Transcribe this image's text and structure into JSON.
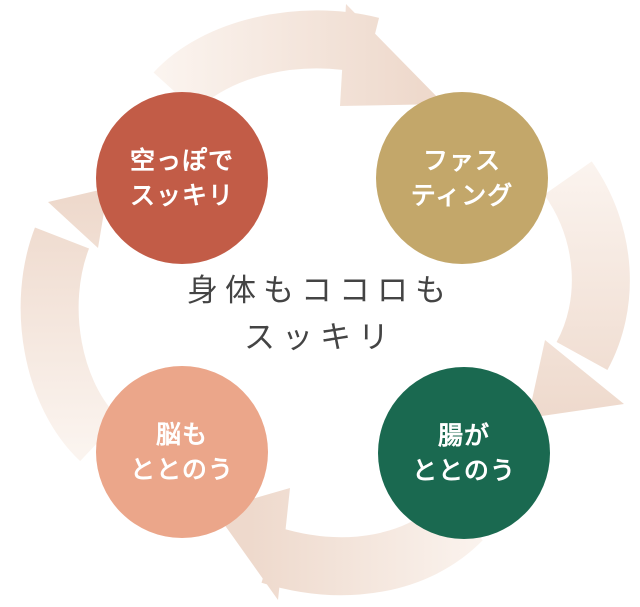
{
  "colors": {
    "arrow": "#eed9cc",
    "arrow_fade": "#fbf4ef",
    "center_text": "#444444"
  },
  "center": {
    "line1": "身体もココロも",
    "line2": "スッキリ"
  },
  "nodes": [
    {
      "id": "empty",
      "line1": "空っぽで",
      "line2": "スッキリ",
      "color": "#c25c47"
    },
    {
      "id": "fasting",
      "line1": "ファス",
      "line2": "ティング",
      "color": "#c3a76a"
    },
    {
      "id": "gut",
      "line1": "腸が",
      "line2": "ととのう",
      "color": "#1a6950"
    },
    {
      "id": "brain",
      "line1": "脳も",
      "line2": "ととのう",
      "color": "#eba68a"
    }
  ]
}
